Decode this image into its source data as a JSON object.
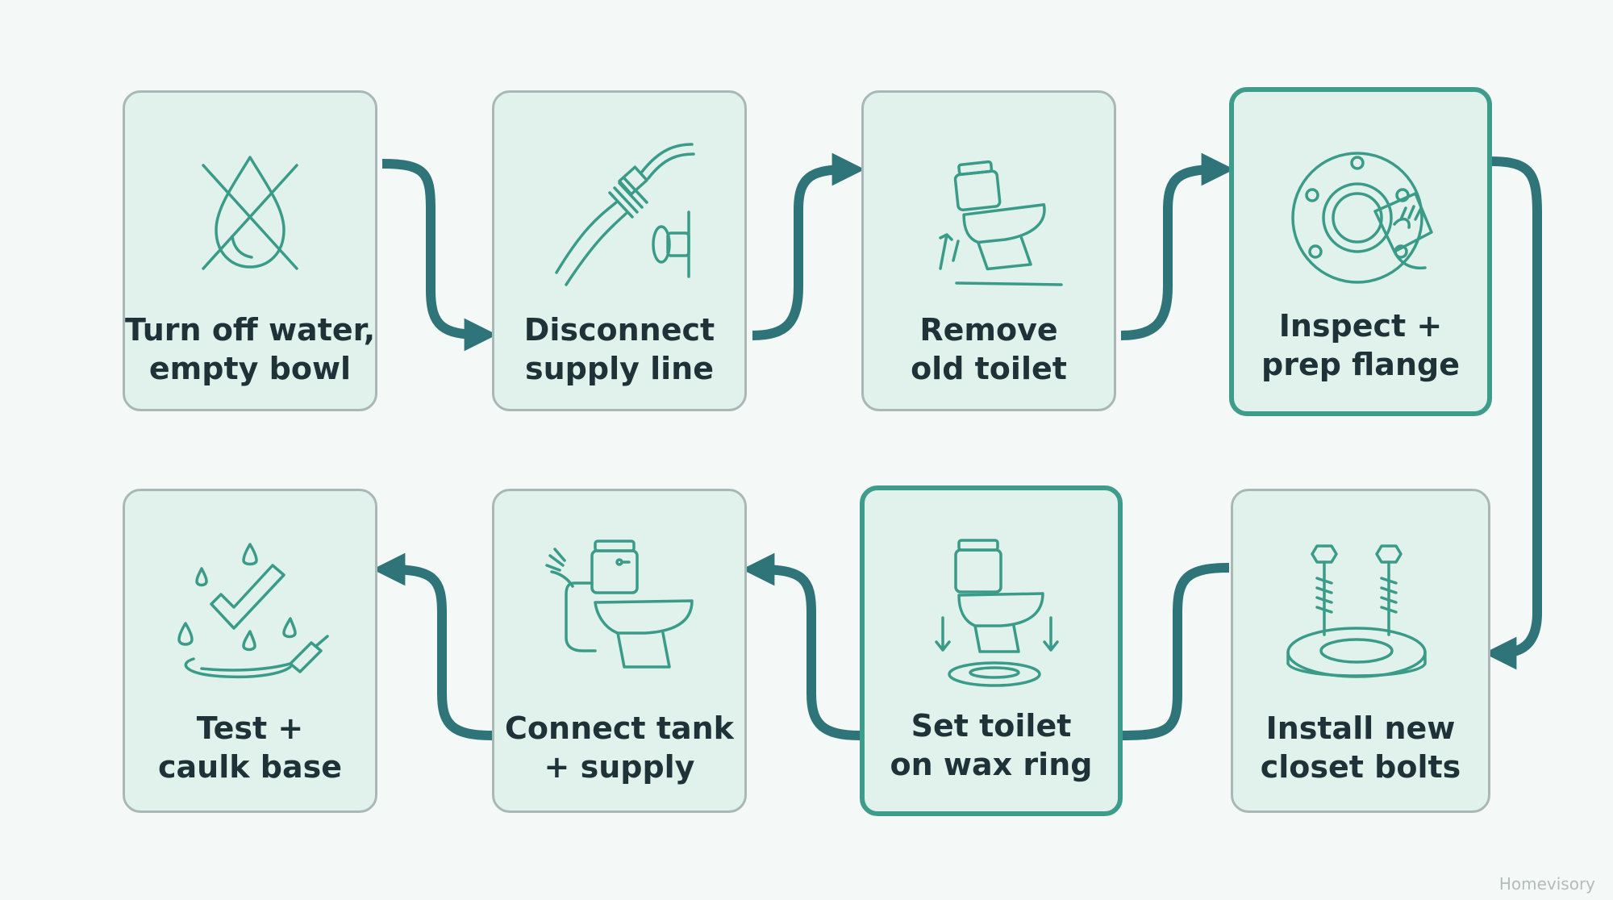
{
  "steps": [
    {
      "id": "turn-off-water",
      "line1": "Turn off water,",
      "line2": "empty bowl",
      "icon": "water-off-icon"
    },
    {
      "id": "disconnect-supply",
      "line1": "Disconnect",
      "line2": "supply line",
      "icon": "supply-hose-icon"
    },
    {
      "id": "remove-toilet",
      "line1": "Remove",
      "line2": "old toilet",
      "icon": "toilet-lift-icon"
    },
    {
      "id": "inspect-flange",
      "line1": "Inspect +",
      "line2": "prep flange",
      "icon": "flange-clean-icon"
    },
    {
      "id": "install-bolts",
      "line1": "Install new",
      "line2": "closet bolts",
      "icon": "closet-bolts-icon"
    },
    {
      "id": "set-toilet",
      "line1": "Set toilet",
      "line2": "on wax ring",
      "icon": "toilet-wax-ring-icon"
    },
    {
      "id": "connect-tank",
      "line1": "Connect tank",
      "line2": "+ supply",
      "icon": "toilet-supply-icon"
    },
    {
      "id": "test-caulk",
      "line1": "Test +",
      "line2": "caulk base",
      "icon": "test-caulk-icon"
    }
  ],
  "colors": {
    "card_fill": "#e1f2ed",
    "card_border": "#a9b8b6",
    "highlight_border": "#3e9c8c",
    "arrow": "#2f7478",
    "icon_stroke": "#3a9b88",
    "text": "#1e3238"
  },
  "brand": "Homevisory"
}
